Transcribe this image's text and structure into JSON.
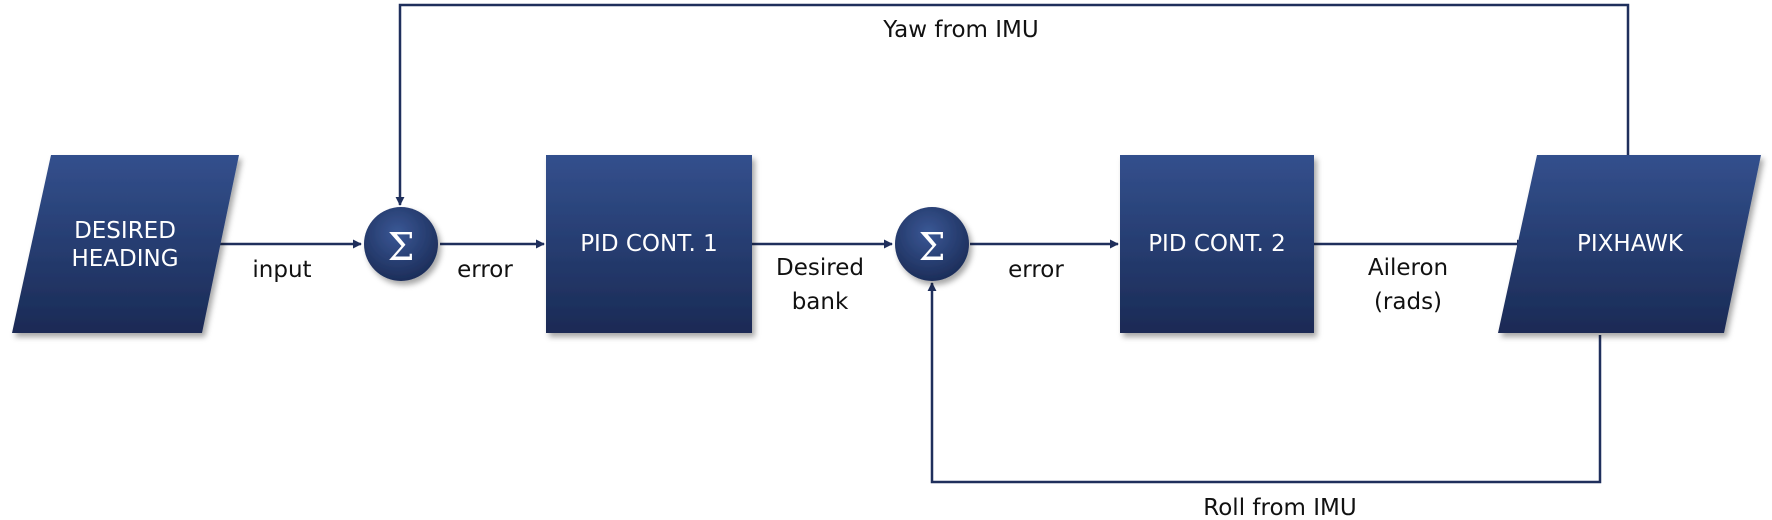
{
  "blocks": {
    "desired_heading": {
      "line1": "DESIRED",
      "line2": "HEADING"
    },
    "pid1": "PID CONT. 1",
    "pid2": "PID CONT. 2",
    "pixhawk": "PIXHAWK"
  },
  "summing_junctions": {
    "sum1": "Σ",
    "sum2": "Σ"
  },
  "signals": {
    "input": "input",
    "error1": "error",
    "desired_bank": {
      "line1": "Desired",
      "line2": "bank"
    },
    "error2": "error",
    "aileron": {
      "line1": "Aileron",
      "line2": "(rads)"
    },
    "yaw_feedback": "Yaw from IMU",
    "roll_feedback": "Roll from IMU"
  },
  "colors": {
    "block_fill_top": "#2f4a85",
    "block_fill_bottom": "#1b2b56",
    "wire": "#1f2f5c"
  }
}
